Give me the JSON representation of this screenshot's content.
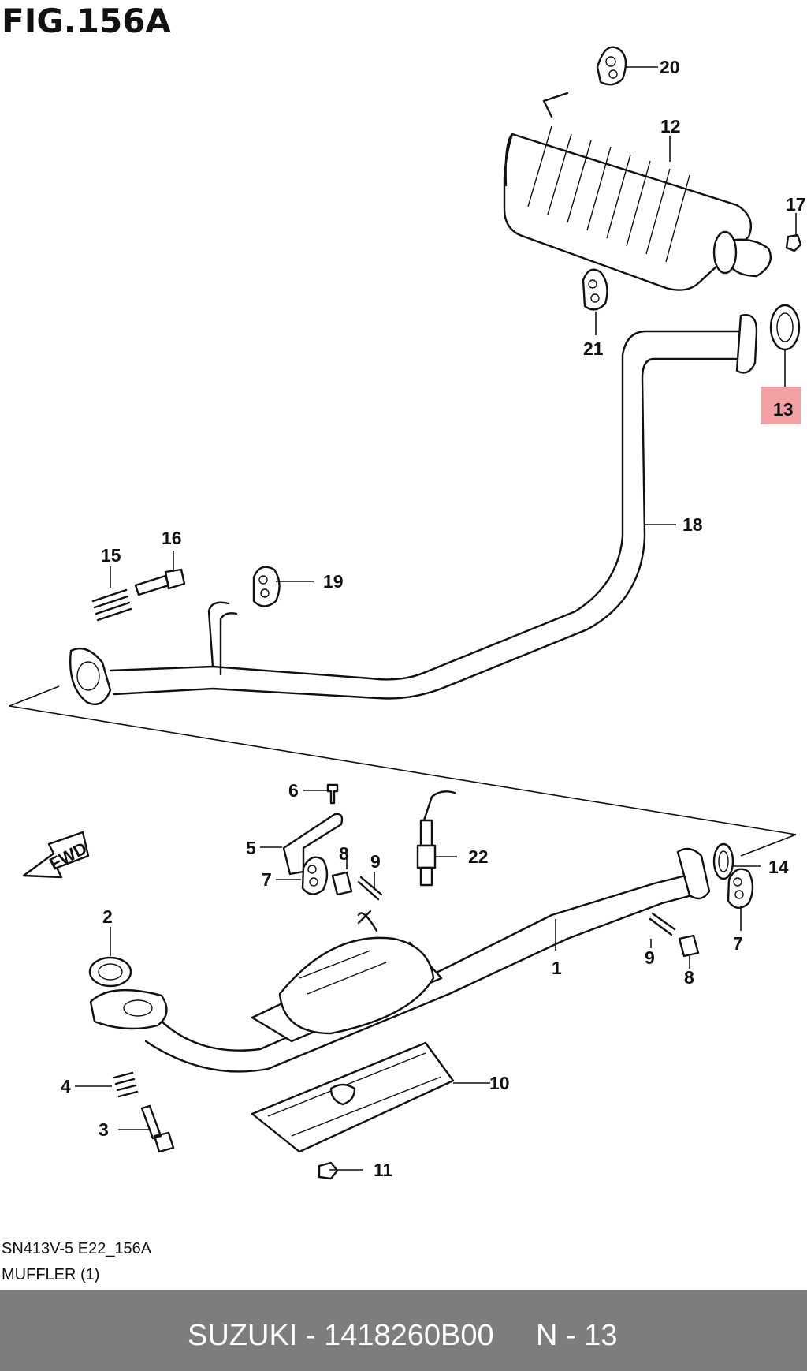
{
  "figure": {
    "title": "FIG.156A"
  },
  "callouts": [
    {
      "id": "c20",
      "label": "20"
    },
    {
      "id": "c12",
      "label": "12"
    },
    {
      "id": "c17",
      "label": "17"
    },
    {
      "id": "c21",
      "label": "21"
    },
    {
      "id": "c13",
      "label": "13",
      "highlighted": true
    },
    {
      "id": "c18",
      "label": "18"
    },
    {
      "id": "c16",
      "label": "16"
    },
    {
      "id": "c15",
      "label": "15"
    },
    {
      "id": "c19",
      "label": "19"
    },
    {
      "id": "c6",
      "label": "6"
    },
    {
      "id": "c5",
      "label": "5"
    },
    {
      "id": "c8a",
      "label": "8"
    },
    {
      "id": "c9a",
      "label": "9"
    },
    {
      "id": "c22",
      "label": "22"
    },
    {
      "id": "c7a",
      "label": "7"
    },
    {
      "id": "c14",
      "label": "14"
    },
    {
      "id": "c7b",
      "label": "7"
    },
    {
      "id": "c2",
      "label": "2"
    },
    {
      "id": "c1",
      "label": "1"
    },
    {
      "id": "c9b",
      "label": "9"
    },
    {
      "id": "c8b",
      "label": "8"
    },
    {
      "id": "c4",
      "label": "4"
    },
    {
      "id": "c10",
      "label": "10"
    },
    {
      "id": "c3",
      "label": "3"
    },
    {
      "id": "c11",
      "label": "11"
    }
  ],
  "direction_arrow": {
    "label": "FWD"
  },
  "colors": {
    "highlight": "#f2a0a4",
    "footer_bg": "#7d7d7d",
    "line": "#111111"
  },
  "diagram_code": "SN413V-5 E22_156A",
  "diagram_name": "MUFFLER (1)",
  "footer": {
    "brand_part": "SUZUKI - 1418260B00",
    "page_ref": "N - 13"
  }
}
